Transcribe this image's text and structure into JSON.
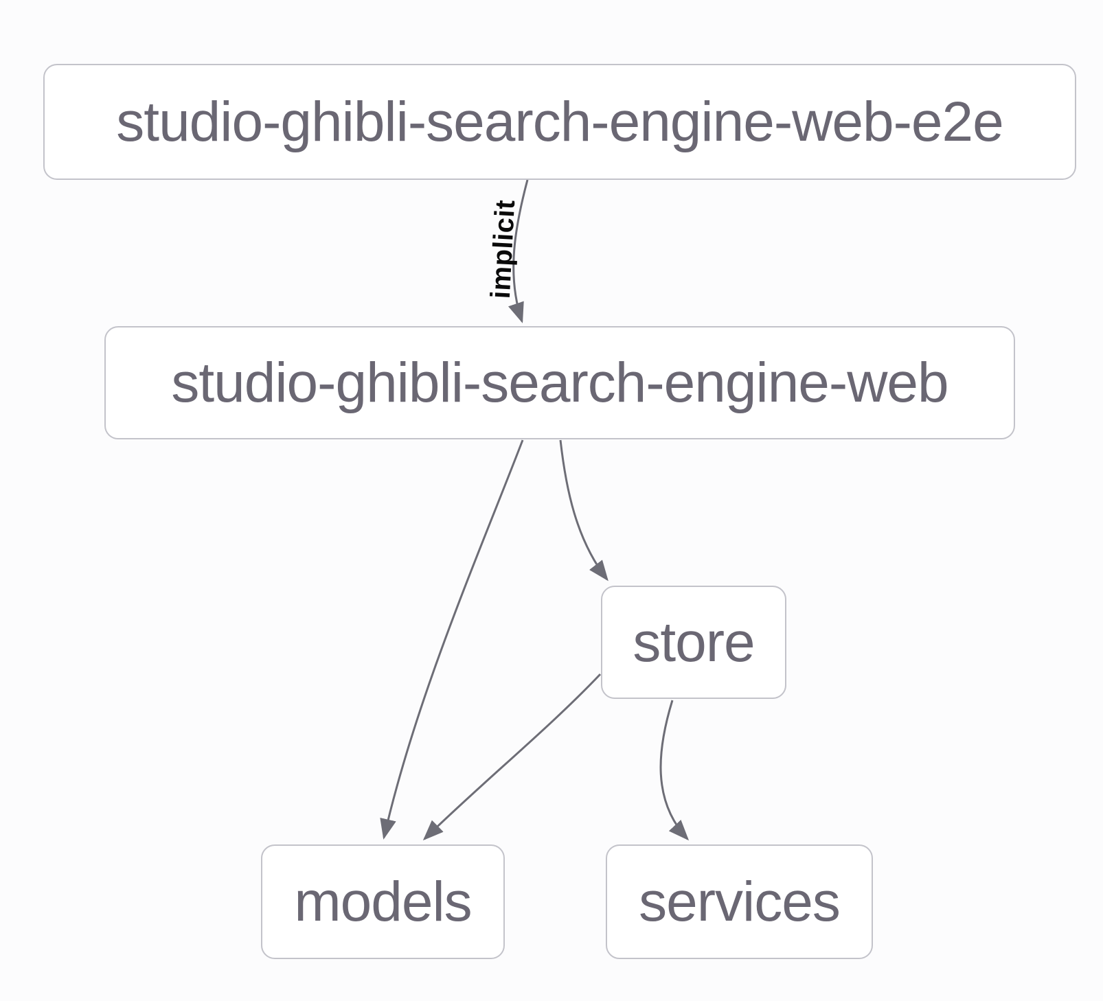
{
  "diagram": {
    "nodes": {
      "e2e": {
        "label": "studio-ghibli-search-engine-web-e2e"
      },
      "web": {
        "label": "studio-ghibli-search-engine-web"
      },
      "store": {
        "label": "store"
      },
      "models": {
        "label": "models"
      },
      "services": {
        "label": "services"
      }
    },
    "edges": [
      {
        "from": "studio-ghibli-search-engine-web-e2e",
        "to": "studio-ghibli-search-engine-web",
        "label": "implicit"
      },
      {
        "from": "studio-ghibli-search-engine-web",
        "to": "models",
        "label": ""
      },
      {
        "from": "studio-ghibli-search-engine-web",
        "to": "store",
        "label": ""
      },
      {
        "from": "store",
        "to": "models",
        "label": ""
      },
      {
        "from": "store",
        "to": "services",
        "label": ""
      }
    ],
    "colors": {
      "background": "#fcfcfd",
      "node_background": "#ffffff",
      "node_border": "#c3c3ca",
      "node_text": "#6a6773",
      "edge": "#6d6d76",
      "edge_label": "#0a0a0a"
    }
  }
}
